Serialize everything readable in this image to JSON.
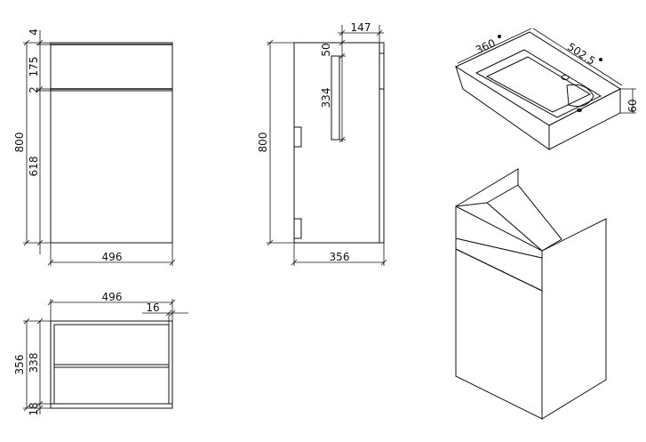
{
  "dimensions": {
    "front_width": "496",
    "front_total_height": "800",
    "front_top_gap": "4",
    "front_drawer_height": "175",
    "front_mid_gap": "2",
    "front_door_height": "618",
    "side_height": "800",
    "side_depth": "356",
    "side_handle_offset": "147",
    "side_handle_top": "50",
    "side_handle_length": "334",
    "plan_width": "496",
    "plan_depth": "356",
    "plan_inner_depth": "338",
    "plan_panel_thickness": "16",
    "plan_bottom": "18",
    "basin_depth": "360",
    "basin_width": "502.5",
    "basin_height": "60"
  }
}
